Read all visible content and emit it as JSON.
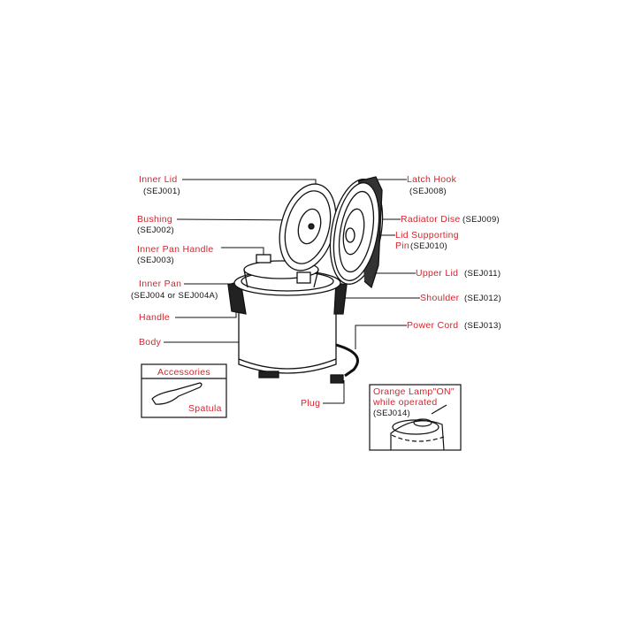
{
  "colors": {
    "label": "#d9232d",
    "code": "#111111",
    "line": "#111111"
  },
  "labels": {
    "inner_lid": {
      "name": "Inner Lid",
      "code": "(SEJ001)"
    },
    "bushing": {
      "name": "Bushing",
      "code": "(SEJ002)"
    },
    "inner_pan_handle": {
      "name": "Inner Pan Handle",
      "code": "(SEJ003)"
    },
    "inner_pan": {
      "name": "Inner Pan",
      "code": "(SEJ004 or SEJ004A)"
    },
    "handle": {
      "name": "Handle"
    },
    "body": {
      "name": "Body"
    },
    "latch_hook": {
      "name": "Latch Hook",
      "code": "(SEJ008)"
    },
    "radiator_dise": {
      "name": "Radiator Dise",
      "code": "(SEJ009)"
    },
    "lid_supporting_pin": {
      "name_line1": "Lid Supporting",
      "name_line2": "Pin",
      "code": "(SEJ010)"
    },
    "upper_lid": {
      "name": "Upper Lid",
      "code": "(SEJ011)"
    },
    "shoulder": {
      "name": "Shoulder",
      "code": "(SEJ012)"
    },
    "power_cord": {
      "name": "Power Cord",
      "code": "(SEJ013)"
    },
    "plug": {
      "name": "Plug"
    }
  },
  "accessories": {
    "title": "Accessories",
    "item": "Spatula"
  },
  "lamp_inset": {
    "line1": "Orange Lamp\"ON\"",
    "line2": "while operated",
    "code": "(SEJ014)"
  }
}
